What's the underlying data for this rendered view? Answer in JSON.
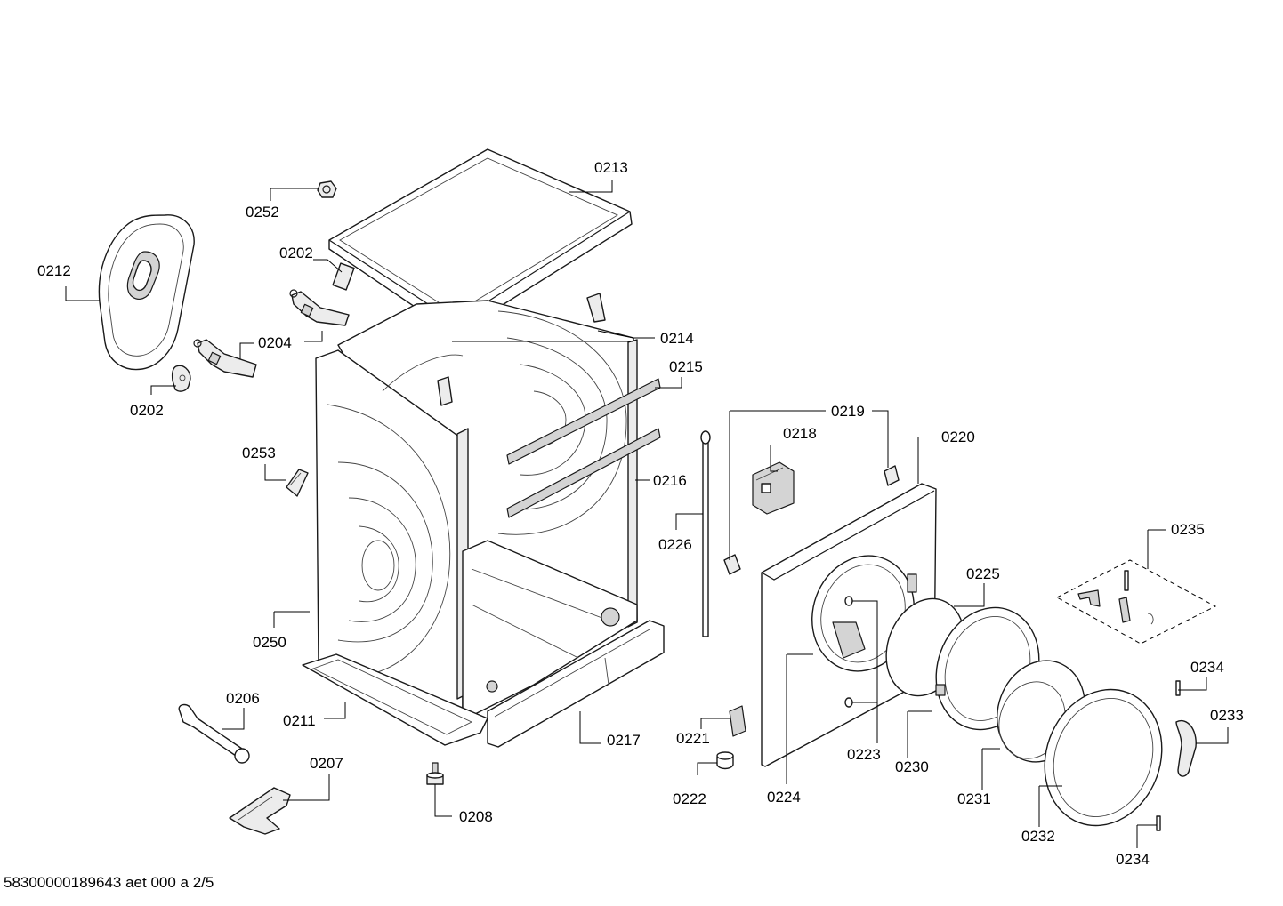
{
  "diagram": {
    "part_labels": {
      "p0213": "0213",
      "p0252": "0252",
      "p0202_top": "0202",
      "p0212": "0212",
      "p0204": "0204",
      "p0214": "0214",
      "p0202_bottom": "0202",
      "p0215": "0215",
      "p0219": "0219",
      "p0218": "0218",
      "p0220": "0220",
      "p0253": "0253",
      "p0216": "0216",
      "p0226": "0226",
      "p0235": "0235",
      "p0225": "0225",
      "p0250": "0250",
      "p0234_top": "0234",
      "p0206": "0206",
      "p0233": "0233",
      "p0211": "0211",
      "p0217": "0217",
      "p0221": "0221",
      "p0223": "0223",
      "p0207": "0207",
      "p0230": "0230",
      "p0222": "0222",
      "p0224": "0224",
      "p0231": "0231",
      "p0208": "0208",
      "p0232": "0232",
      "p0234_bottom": "0234"
    },
    "footer": "58300000189643 aet 000 a 2/5"
  }
}
